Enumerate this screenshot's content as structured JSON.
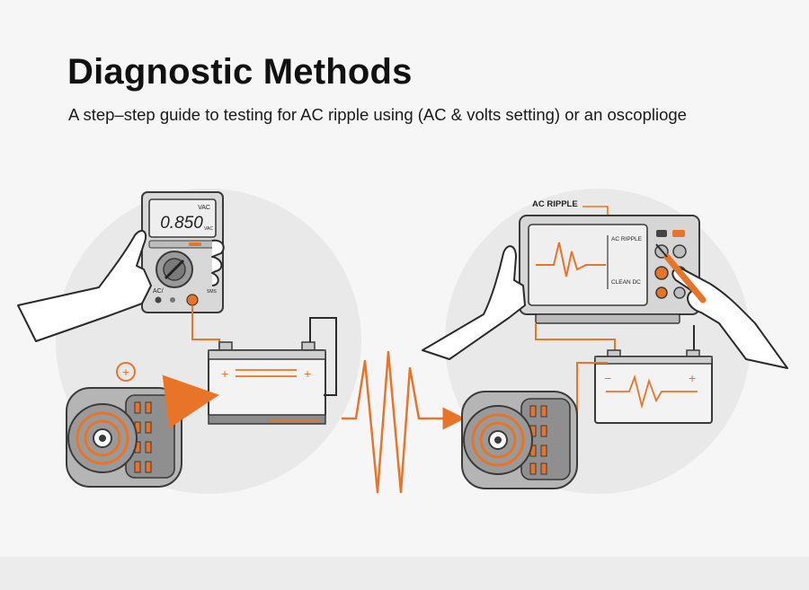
{
  "title": "Diagnostic Methods",
  "subtitle": "A step–step guide to testing for AC ripple using (AC & volts setting) or an oscoplioge",
  "multimeter": {
    "reading": "0.850",
    "unit_top": "VAC",
    "unit_small": "VAC",
    "port_left": "AC/",
    "port_right": "SMS"
  },
  "oscilloscope": {
    "callout": "AC RIPPLE",
    "screen_label_top": "AC RIPPLE",
    "screen_label_bottom": "CLEAN DC"
  },
  "battery_symbols": {
    "plus": "+",
    "minus": "−"
  },
  "alternator_symbol": "+",
  "colors": {
    "accent": "#e8742a",
    "outline": "#3a3a3a",
    "circle_bg": "#e9e9e9",
    "device_fill": "#d9d9d9",
    "battery_fill": "#f3f3f3"
  },
  "icons": [
    "multimeter-icon",
    "hand-icon",
    "battery-icon",
    "alternator-icon",
    "oscilloscope-icon",
    "probe-icon",
    "waveform-icon",
    "arrow-icon"
  ]
}
